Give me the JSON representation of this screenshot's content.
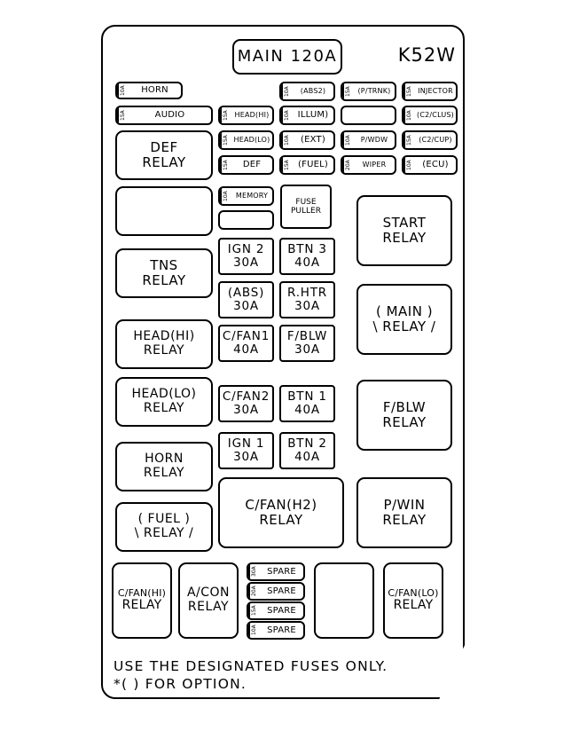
{
  "header": {
    "main_fuse_label": "MAIN 120A",
    "model_code": "K52W"
  },
  "footer": {
    "line1": "USE THE DESIGNATED FUSES ONLY.",
    "line2": "*(  ) FOR OPTION."
  },
  "small_fuses": [
    {
      "id": "horn",
      "amp": "10A",
      "name": "HORN"
    },
    {
      "id": "audio",
      "amp": "15A",
      "name": "AUDIO"
    },
    {
      "id": "headhi",
      "amp": "15A",
      "name": "HEAD(HI)"
    },
    {
      "id": "headlo",
      "amp": "15A",
      "name": "HEAD(LO)"
    },
    {
      "id": "def",
      "amp": "15A",
      "name": "DEF"
    },
    {
      "id": "memory",
      "amp": "10A",
      "name": "MEMORY"
    },
    {
      "id": "blank1",
      "amp": "",
      "name": ""
    },
    {
      "id": "abs2",
      "amp": "10A",
      "name": "(ABS2)"
    },
    {
      "id": "illum",
      "amp": "10A",
      "name": "ILLUM)"
    },
    {
      "id": "ext",
      "amp": "10A",
      "name": "(EXT)"
    },
    {
      "id": "fuel",
      "amp": "15A",
      "name": "(FUEL)"
    },
    {
      "id": "ptrnk",
      "amp": "15A",
      "name": "(P/TRNK)"
    },
    {
      "id": "blank2",
      "amp": "",
      "name": ""
    },
    {
      "id": "pwdw",
      "amp": "10A",
      "name": "P/WDW"
    },
    {
      "id": "wiper",
      "amp": "20A",
      "name": "WIPER"
    },
    {
      "id": "injector",
      "amp": "15A",
      "name": "INJECTOR"
    },
    {
      "id": "c2clus",
      "amp": "10A",
      "name": "(C2/CLUS)"
    },
    {
      "id": "c2cup",
      "amp": "15A",
      "name": "(C2/CUP)"
    },
    {
      "id": "ecu",
      "amp": "10A",
      "name": "(ECU)"
    }
  ],
  "large_fuses": [
    {
      "id": "ign2",
      "name": "IGN 2",
      "amp": "30A"
    },
    {
      "id": "btn3",
      "name": "BTN 3",
      "amp": "40A"
    },
    {
      "id": "abs",
      "name": "(ABS)",
      "amp": "30A"
    },
    {
      "id": "rhtr",
      "name": "R.HTR",
      "amp": "30A"
    },
    {
      "id": "cfan1",
      "name": "C/FAN1",
      "amp": "40A"
    },
    {
      "id": "fblw",
      "name": "F/BLW",
      "amp": "30A"
    },
    {
      "id": "cfan2",
      "name": "C/FAN2",
      "amp": "30A"
    },
    {
      "id": "btn1",
      "name": "BTN 1",
      "amp": "40A"
    },
    {
      "id": "ign1",
      "name": "IGN 1",
      "amp": "30A"
    },
    {
      "id": "btn2",
      "name": "BTN 2",
      "amp": "40A"
    }
  ],
  "relays": {
    "def": {
      "line1": "DEF",
      "line2": "RELAY"
    },
    "empty1": {
      "line1": "",
      "line2": ""
    },
    "tns": {
      "line1": "TNS",
      "line2": "RELAY"
    },
    "headhi": {
      "line1": "HEAD(HI)",
      "line2": "RELAY"
    },
    "headlo": {
      "line1": "HEAD(LO)",
      "line2": "RELAY"
    },
    "horn": {
      "line1": "HORN",
      "line2": "RELAY"
    },
    "fuel": {
      "line1": "( FUEL )",
      "line2": "\\ RELAY /"
    },
    "start": {
      "line1": "START",
      "line2": "RELAY"
    },
    "main": {
      "line1": "( MAIN )",
      "line2": "\\ RELAY /"
    },
    "fblw": {
      "line1": "F/BLW",
      "line2": "RELAY"
    },
    "pwin": {
      "line1": "P/WIN",
      "line2": "RELAY"
    },
    "cfanh2": {
      "line1": "C/FAN(H2)",
      "line2": "RELAY"
    },
    "cfanhi": {
      "line1": "C/FAN(HI)",
      "line2": "RELAY"
    },
    "acon": {
      "line1": "A/CON",
      "line2": "RELAY"
    },
    "empty2": {
      "line1": "",
      "line2": ""
    },
    "cfanlo": {
      "line1": "C/FAN(LO)",
      "line2": "RELAY"
    }
  },
  "fuse_puller": {
    "line1": "FUSE",
    "line2": "PULLER"
  },
  "spares": [
    {
      "amp": "30A",
      "name": "SPARE"
    },
    {
      "amp": "20A",
      "name": "SPARE"
    },
    {
      "amp": "15A",
      "name": "SPARE"
    },
    {
      "amp": "10A",
      "name": "SPARE"
    }
  ]
}
